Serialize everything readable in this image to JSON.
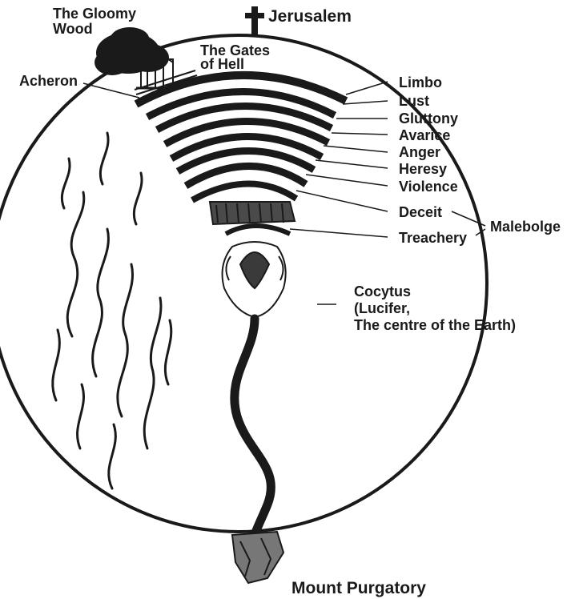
{
  "labels": {
    "gloomy_wood": "The Gloomy\nWood",
    "jerusalem": "Jerusalem",
    "gates_of_hell": "The Gates\nof Hell",
    "acheron": "Acheron",
    "circles": [
      "Limbo",
      "Lust",
      "Gluttony",
      "Avarice",
      "Anger",
      "Heresy",
      "Violence",
      "Deceit",
      "Treachery"
    ],
    "malebolge": "Malebolge",
    "cocytus": "Cocytus\n(Lucifer,\nThe centre of the Earth)",
    "mount_purgatory": "Mount Purgatory"
  },
  "icons": {
    "cross": "latin-cross-icon"
  },
  "colors": {
    "ink": "#1a1a1a",
    "paper": "#ffffff"
  }
}
